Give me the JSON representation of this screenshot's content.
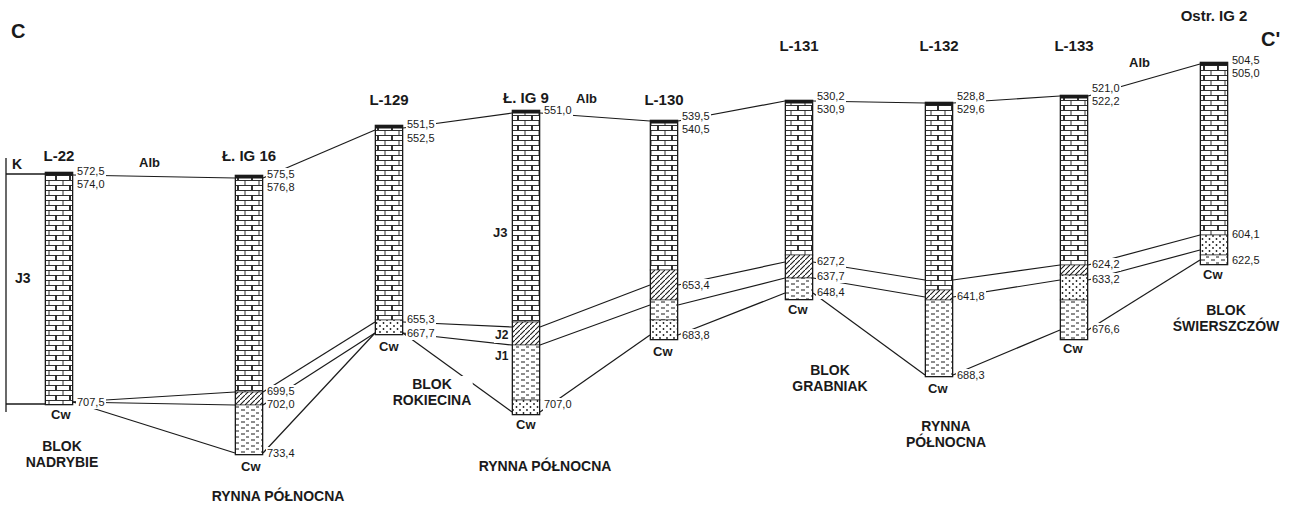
{
  "diagram": {
    "nodes": [
      {
        "text": [
          "L-22"
        ]
      },
      {
        "text": [
          "Ł. IG 16"
        ]
      },
      {
        "text": [
          "L-129"
        ]
      },
      {
        "text": [
          "Ł. IG 9"
        ]
      },
      {
        "text": [
          "L-130"
        ]
      },
      {
        "text": [
          "L-131"
        ]
      },
      {
        "text": [
          "L-132"
        ]
      },
      {
        "text": [
          "L-133"
        ]
      },
      {
        "text": [
          "Ostr. IG 2"
        ]
      }
    ],
    "edges": [
      {
        "from": 0,
        "to": 1,
        "arrow": "none"
      },
      {
        "from": 1,
        "to": 2,
        "arrow": "none"
      },
      {
        "from": 2,
        "to": 3,
        "arrow": "none"
      },
      {
        "from": 3,
        "to": 4,
        "arrow": "none"
      },
      {
        "from": 4,
        "to": 5,
        "arrow": "none"
      },
      {
        "from": 5,
        "to": 6,
        "arrow": "none"
      },
      {
        "from": 6,
        "to": 7,
        "arrow": "none"
      },
      {
        "from": 7,
        "to": 8,
        "arrow": "none"
      },
      {
        "from": 0,
        "to": 1,
        "arrow": "none"
      },
      {
        "from": 0,
        "to": 1,
        "arrow": "none"
      },
      {
        "from": 0,
        "to": 1,
        "arrow": "none"
      },
      {
        "from": 1,
        "to": 2,
        "arrow": "none"
      },
      {
        "from": 1,
        "to": 2,
        "arrow": "none"
      },
      {
        "from": 1,
        "to": 2,
        "arrow": "none"
      },
      {
        "from": 2,
        "to": 3,
        "arrow": "none"
      },
      {
        "from": 2,
        "to": 3,
        "arrow": "none"
      },
      {
        "from": 2,
        "to": 3,
        "arrow": "none"
      },
      {
        "from": 3,
        "to": 4,
        "arrow": "none"
      },
      {
        "from": 3,
        "to": 4,
        "arrow": "none"
      },
      {
        "from": 3,
        "to": 4,
        "arrow": "none"
      },
      {
        "from": 4,
        "to": 5,
        "arrow": "none"
      },
      {
        "from": 4,
        "to": 5,
        "arrow": "none"
      },
      {
        "from": 4,
        "to": 5,
        "arrow": "none"
      },
      {
        "from": 5,
        "to": 6,
        "arrow": "none"
      },
      {
        "from": 5,
        "to": 6,
        "arrow": "none"
      },
      {
        "from": 5,
        "to": 6,
        "arrow": "none"
      },
      {
        "from": 6,
        "to": 7,
        "arrow": "none"
      },
      {
        "from": 6,
        "to": 7,
        "arrow": "none"
      },
      {
        "from": 6,
        "to": 7,
        "arrow": "none"
      },
      {
        "from": 7,
        "to": 8,
        "arrow": "none"
      },
      {
        "from": 7,
        "to": 8,
        "arrow": "none"
      },
      {
        "from": 7,
        "to": 8,
        "arrow": "none"
      }
    ],
    "labels": [
      "C",
      "K",
      "J3",
      "Alb",
      "572,5",
      "574,0",
      "707,5",
      "Cw",
      "BLOK NADRYBIE",
      "575,5",
      "576,8",
      "699,5",
      "702,0",
      "733,4",
      "Cw",
      "RYNNA PÓŁNOCNA",
      "551,5",
      "552,5",
      "655,3",
      "667,7",
      "Cw",
      "BLOK ROKIECINA",
      "551,0",
      "707,0",
      "Cw",
      "J3",
      "J2",
      "J1",
      "RYNNA PÓŁNOCNA",
      "Alb",
      "539,5",
      "540,5",
      "653,4",
      "683,8",
      "Cw",
      "530,2",
      "530,9",
      "627,2",
      "637,7",
      "648,4",
      "Cw",
      "BLOK GRABNIAK",
      "528,8",
      "529,6",
      "641,8",
      "688,3",
      "Cw",
      "RYNNA PÓŁNOCNA",
      "521,0",
      "522,2",
      "624,2",
      "633,2",
      "676,6",
      "Cw",
      "Alb",
      "504,5",
      "505,0",
      "604,1",
      "622,5",
      "Cw",
      "BLOK ŚWIERSZCZÓW",
      "C'"
    ]
  }
}
